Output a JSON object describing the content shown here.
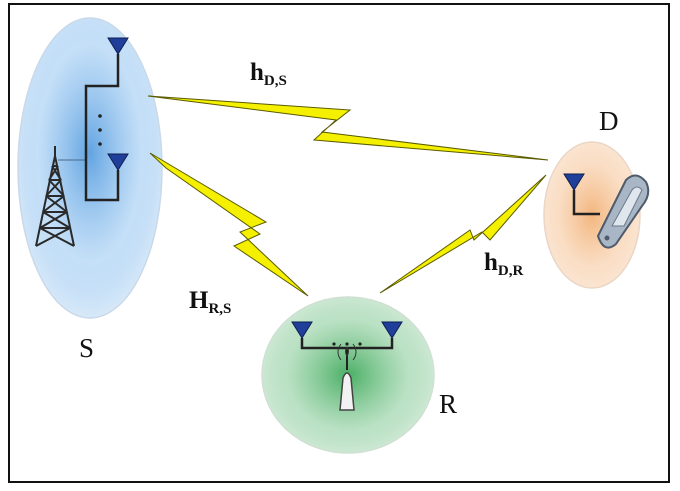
{
  "nodes": {
    "source": {
      "label": "S",
      "color": "#2f86d8"
    },
    "relay": {
      "label": "R",
      "color": "#2aa14a"
    },
    "destination": {
      "label": "D",
      "color": "#f0a35e"
    }
  },
  "links": {
    "source_destination": {
      "symbol": "h",
      "subscript": "D,S"
    },
    "relay_source": {
      "symbol": "H",
      "subscript": "R,S"
    },
    "destination_relay": {
      "symbol": "h",
      "subscript": "D,R"
    }
  },
  "colors": {
    "antenna": "#1f3f9a",
    "lightning_fill": "#f4f000",
    "lightning_stroke": "#5a5a00"
  }
}
